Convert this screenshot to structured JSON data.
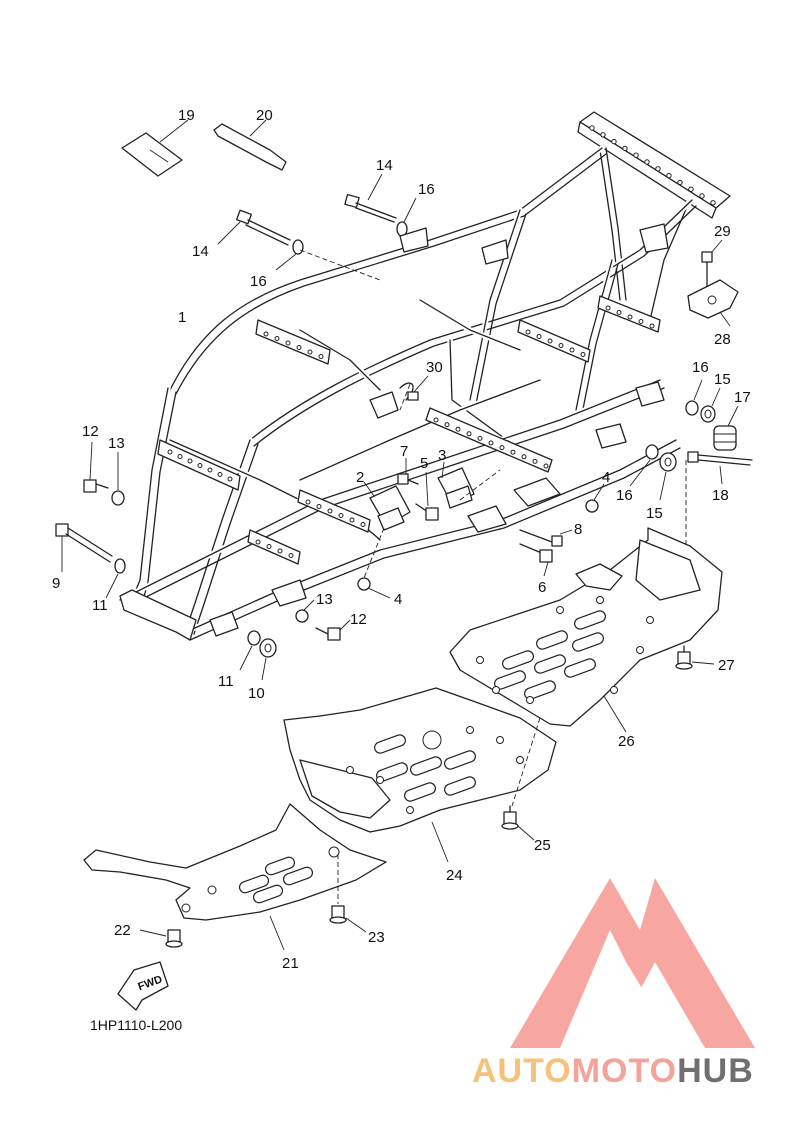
{
  "diagram": {
    "code": "1HP1110-L200",
    "fwd_label": "FWD",
    "callouts": [
      {
        "id": "c19",
        "label": "19"
      },
      {
        "id": "c20",
        "label": "20"
      },
      {
        "id": "c14a",
        "label": "14"
      },
      {
        "id": "c16a",
        "label": "16"
      },
      {
        "id": "c14b",
        "label": "14"
      },
      {
        "id": "c16b",
        "label": "16"
      },
      {
        "id": "c29",
        "label": "29"
      },
      {
        "id": "c28",
        "label": "28"
      },
      {
        "id": "c1",
        "label": "1"
      },
      {
        "id": "c30",
        "label": "30"
      },
      {
        "id": "c16c",
        "label": "16"
      },
      {
        "id": "c15a",
        "label": "15"
      },
      {
        "id": "c17",
        "label": "17"
      },
      {
        "id": "c12a",
        "label": "12"
      },
      {
        "id": "c13a",
        "label": "13"
      },
      {
        "id": "c7",
        "label": "7"
      },
      {
        "id": "c3",
        "label": "3"
      },
      {
        "id": "c2",
        "label": "2"
      },
      {
        "id": "c5",
        "label": "5"
      },
      {
        "id": "c4a",
        "label": "4"
      },
      {
        "id": "c16d",
        "label": "16"
      },
      {
        "id": "c15b",
        "label": "15"
      },
      {
        "id": "c18",
        "label": "18"
      },
      {
        "id": "c8",
        "label": "8"
      },
      {
        "id": "c9",
        "label": "9"
      },
      {
        "id": "c11a",
        "label": "11"
      },
      {
        "id": "c6",
        "label": "6"
      },
      {
        "id": "c4b",
        "label": "4"
      },
      {
        "id": "c13b",
        "label": "13"
      },
      {
        "id": "c12b",
        "label": "12"
      },
      {
        "id": "c27",
        "label": "27"
      },
      {
        "id": "c11b",
        "label": "11"
      },
      {
        "id": "c10",
        "label": "10"
      },
      {
        "id": "c26",
        "label": "26"
      },
      {
        "id": "c25",
        "label": "25"
      },
      {
        "id": "c24",
        "label": "24"
      },
      {
        "id": "c22",
        "label": "22"
      },
      {
        "id": "c23",
        "label": "23"
      },
      {
        "id": "c21",
        "label": "21"
      }
    ]
  },
  "watermark": {
    "brand_part1": "AUTO",
    "brand_part2": "MOTO",
    "brand_part3": "HUB",
    "color_auto": "#f6c27a",
    "color_moto": "#f4a39b",
    "color_hub": "#6f6f6f",
    "color_logo": "#f7a29c"
  }
}
